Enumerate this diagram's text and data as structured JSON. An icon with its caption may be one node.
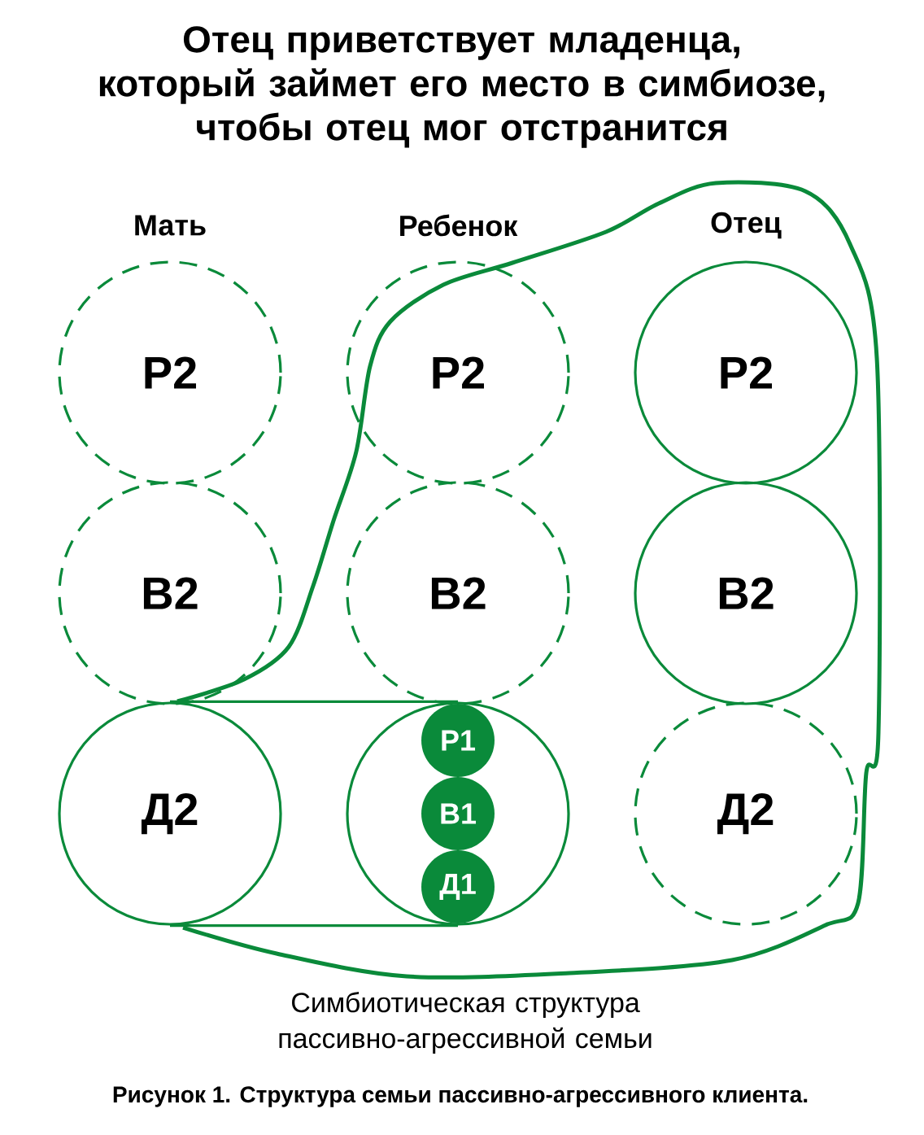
{
  "diagram": {
    "title": "Отец приветствует младенца, который займет его место в симбиозе, чтобы отец мог отстранится",
    "caption": "Рисунок 1. Структура семьи пассивно-агрессивного клиента.",
    "nodes": [
      {
        "text": [
          "Р2"
        ]
      },
      {
        "text": [
          "Р2"
        ]
      },
      {
        "text": [
          "Р2"
        ]
      },
      {
        "text": [
          "В2"
        ]
      },
      {
        "text": [
          "В2"
        ]
      },
      {
        "text": [
          "В2"
        ]
      },
      {
        "text": [
          "Д2"
        ]
      },
      {
        "text": [],
        "shape": "circle"
      },
      {
        "text": [
          "Д2"
        ]
      },
      {
        "text": [
          "Р1"
        ],
        "in": 7
      },
      {
        "text": [
          "В1"
        ],
        "in": 7
      },
      {
        "text": [
          "Д1"
        ],
        "in": 7
      }
    ],
    "edges": [
      {
        "from": 6,
        "to": 7,
        "arrow": "none"
      },
      {
        "from": 6,
        "to": 7,
        "arrow": "none"
      }
    ],
    "labels": [
      "Мать",
      "Ребенок",
      "Отец",
      "Симбиотическая структура пассивно-агрессивной семьи"
    ]
  }
}
